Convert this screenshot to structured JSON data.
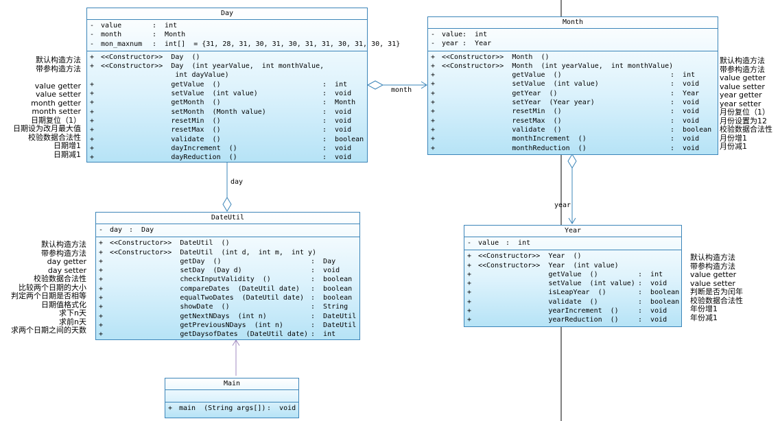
{
  "classes": {
    "day": {
      "name": "Day",
      "attributes": [
        {
          "vis": "-",
          "name": "value",
          "type": ":  int"
        },
        {
          "vis": "-",
          "name": "month",
          "type": ":  Month"
        },
        {
          "vis": "-",
          "name": "mon_maxnum",
          "type": ":  int[]  = {31, 28, 31, 30, 31, 30, 31, 31, 30, 31, 30, 31}"
        }
      ],
      "operations": [
        {
          "vis": "+",
          "name": "<<Constructor>>  Day  ()",
          "type": ""
        },
        {
          "vis": "+",
          "name": "<<Constructor>>  Day  (int yearValue,  int monthValue,",
          "type": ""
        },
        {
          "vis": "",
          "name": "                  int dayValue)",
          "type": ""
        },
        {
          "vis": "+",
          "name": "                 getValue  ()",
          "type": ":  int"
        },
        {
          "vis": "+",
          "name": "                 setValue  (int value)",
          "type": ":  void"
        },
        {
          "vis": "+",
          "name": "                 getMonth  ()",
          "type": ":  Month"
        },
        {
          "vis": "+",
          "name": "                 setMonth  (Month value)",
          "type": ":  void"
        },
        {
          "vis": "+",
          "name": "                 resetMin  ()",
          "type": ":  void"
        },
        {
          "vis": "+",
          "name": "                 resetMax  ()",
          "type": ":  void"
        },
        {
          "vis": "+",
          "name": "                 validate  ()",
          "type": ":  boolean"
        },
        {
          "vis": "+",
          "name": "                 dayIncrement  ()",
          "type": ":  void"
        },
        {
          "vis": "+",
          "name": "                 dayReduction  ()",
          "type": ":  void"
        }
      ]
    },
    "month": {
      "name": "Month",
      "attributes": [
        {
          "vis": "-",
          "name": "value",
          "type": ":  int"
        },
        {
          "vis": "-",
          "name": "year",
          "type": ":  Year"
        }
      ],
      "operations": [
        {
          "vis": "+",
          "name": "<<Constructor>>  Month  ()",
          "type": ""
        },
        {
          "vis": "+",
          "name": "<<Constructor>>  Month  (int yearValue,  int monthValue)",
          "type": ""
        },
        {
          "vis": "+",
          "name": "                 getValue  ()",
          "type": ":  int"
        },
        {
          "vis": "+",
          "name": "                 setValue  (int value)",
          "type": ":  void"
        },
        {
          "vis": "+",
          "name": "                 getYear  ()",
          "type": ":  Year"
        },
        {
          "vis": "+",
          "name": "                 setYear  (Year year)",
          "type": ":  void"
        },
        {
          "vis": "+",
          "name": "                 resetMin  ()",
          "type": ":  void"
        },
        {
          "vis": "+",
          "name": "                 resetMax  ()",
          "type": ":  void"
        },
        {
          "vis": "+",
          "name": "                 validate  ()",
          "type": ":  boolean"
        },
        {
          "vis": "+",
          "name": "                 monthIncrement  ()",
          "type": ":  void"
        },
        {
          "vis": "+",
          "name": "                 monthReduction  ()",
          "type": ":  void"
        }
      ]
    },
    "year": {
      "name": "Year",
      "attributes": [
        {
          "vis": "-",
          "name": "value",
          "type": ":  int"
        }
      ],
      "operations": [
        {
          "vis": "+",
          "name": "<<Constructor>>  Year  ()",
          "type": ""
        },
        {
          "vis": "+",
          "name": "<<Constructor>>  Year  (int value)",
          "type": ""
        },
        {
          "vis": "+",
          "name": "                 getValue  ()",
          "type": ":  int"
        },
        {
          "vis": "+",
          "name": "                 setValue  (int value)",
          "type": ":  void"
        },
        {
          "vis": "+",
          "name": "                 isLeapYear  ()",
          "type": ":  boolean"
        },
        {
          "vis": "+",
          "name": "                 validate  ()",
          "type": ":  boolean"
        },
        {
          "vis": "+",
          "name": "                 yearIncrement  ()",
          "type": ":  void"
        },
        {
          "vis": "+",
          "name": "                 yearReduction  ()",
          "type": ":  void"
        }
      ]
    },
    "dateutil": {
      "name": "DateUtil",
      "attributes": [
        {
          "vis": "-",
          "name": "day",
          "type": ":  Day"
        }
      ],
      "operations": [
        {
          "vis": "+",
          "name": "<<Constructor>>  DateUtil  ()",
          "type": ""
        },
        {
          "vis": "+",
          "name": "<<Constructor>>  DateUtil  (int d,  int m,  int y)",
          "type": ""
        },
        {
          "vis": "+",
          "name": "                 getDay  ()",
          "type": ":  Day"
        },
        {
          "vis": "+",
          "name": "                 setDay  (Day d)",
          "type": ":  void"
        },
        {
          "vis": "+",
          "name": "                 checkInputValidity  ()",
          "type": ":  boolean"
        },
        {
          "vis": "+",
          "name": "                 compareDates  (DateUtil date)",
          "type": ":  boolean"
        },
        {
          "vis": "+",
          "name": "                 equalTwoDates  (DateUtil date)",
          "type": ":  boolean"
        },
        {
          "vis": "+",
          "name": "                 showDate  ()",
          "type": ":  String"
        },
        {
          "vis": "+",
          "name": "                 getNextNDays  (int n)",
          "type": ":  DateUtil"
        },
        {
          "vis": "+",
          "name": "                 getPreviousNDays  (int n)",
          "type": ":  DateUtil"
        },
        {
          "vis": "+",
          "name": "                 getDaysofDates  (DateUtil date)",
          "type": ":  int"
        }
      ]
    },
    "main": {
      "name": "Main",
      "attributes": [],
      "operations": [
        {
          "vis": "+",
          "name": "main  (String args[])",
          "type": ":  void"
        }
      ]
    }
  },
  "annotations": {
    "day": "默认构造方法\n带参构造方法\n\nvalue getter\nvalue setter\nmonth getter\nmonth setter\n日期复位（1）\n日期设为改月最大值\n校验数据合法性\n日期增1\n日期减1",
    "month": "默认构造方法\n带参构造方法\nvalue getter\nvalue setter\nyear getter\nyear setter\n月份复位（1）\n月份设置为12\n校验数据合法性\n月份增1\n月份减1",
    "year": "默认构造方法\n带参构造方法\nvalue getter\nvalue setter\n判断是否为闰年\n校验数据合法性\n年份增1\n年份减1",
    "dateutil": "默认构造方法\n带参构造方法\nday getter\nday setter\n校验数据合法性\n比较两个日期的大小\n判定两个日期是否相等\n日期值格式化\n求下n天\n求前n天\n求两个日期之间的天数"
  },
  "associations": {
    "day_month": "month",
    "dateutil_day": "day",
    "month_year": "year"
  },
  "colors": {
    "border": "#3a84b8",
    "line": "#3a84b8",
    "dependency": "#a08ac0"
  }
}
